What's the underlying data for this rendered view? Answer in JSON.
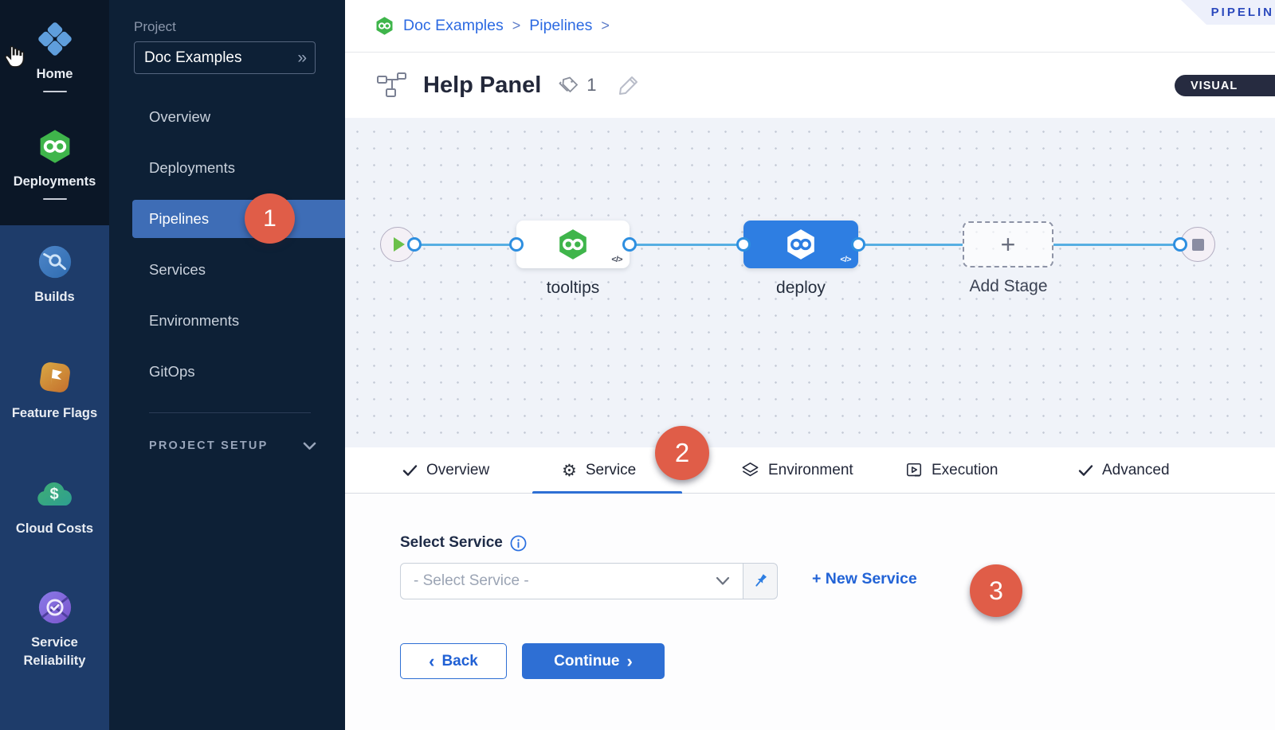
{
  "app": {
    "ribbon_label": "PIPELIN",
    "visual_toggle_label": "VISUAL"
  },
  "rail": {
    "top_items": [
      {
        "label": "Home"
      },
      {
        "label": "Deployments"
      }
    ],
    "bottom_items": [
      {
        "label": "Builds"
      },
      {
        "label": "Feature Flags"
      },
      {
        "label": "Cloud Costs"
      },
      {
        "label": "Service Reliability"
      }
    ]
  },
  "project_nav": {
    "section_label": "Project",
    "project_name": "Doc Examples",
    "items": [
      {
        "label": "Overview"
      },
      {
        "label": "Deployments"
      },
      {
        "label": "Pipelines",
        "badge": "1"
      },
      {
        "label": "Services"
      },
      {
        "label": "Environments"
      },
      {
        "label": "GitOps"
      }
    ],
    "setup_label": "PROJECT SETUP"
  },
  "breadcrumb": {
    "crumb1": "Doc Examples",
    "crumb2": "Pipelines",
    "separator": ">"
  },
  "pipeline_header": {
    "title": "Help Panel",
    "tag_count": "1"
  },
  "canvas": {
    "stage1_label": "tooltips",
    "stage2_label": "deploy",
    "add_stage_label": "Add Stage",
    "code_glyph": "</>"
  },
  "tabs": {
    "overview": "Overview",
    "service": "Service",
    "service_badge": "2",
    "environment": "Environment",
    "execution": "Execution",
    "advanced": "Advanced"
  },
  "service_form": {
    "label": "Select Service",
    "placeholder": "- Select Service -",
    "new_service_label": "+ New Service",
    "new_service_badge": "3",
    "back_label": "Back",
    "continue_label": "Continue"
  },
  "glyphs": {
    "collapse": "»",
    "plus": "+",
    "back_chevron": "‹",
    "continue_chevron": "›",
    "gear": "⚙",
    "check": "✓"
  },
  "colors": {
    "accent_blue": "#2e6fd4",
    "badge_red": "#e05d48",
    "harness_green": "#3fb54b",
    "link_blue": "#2c6ae2",
    "selected_row_blue": "#3e6db6"
  }
}
